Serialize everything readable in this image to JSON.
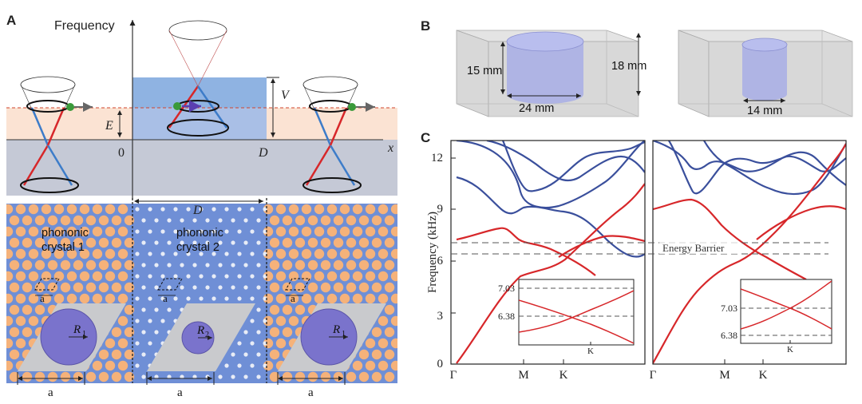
{
  "panel_labels": {
    "a": "A",
    "b": "B",
    "c": "C"
  },
  "panel_a": {
    "frequency_label": "Frequency",
    "e_label": "E",
    "v_label": "V",
    "x_label": "x",
    "zero_label": "0",
    "d_label": "D",
    "d_label_lower": "D",
    "crystal1_line1": "phononic",
    "crystal1_line2": "crystal 1",
    "crystal2_line1": "phononic",
    "crystal2_line2": "crystal 2",
    "a_small": [
      "a",
      "a",
      "a"
    ],
    "a_bottom": [
      "a",
      "a",
      "a"
    ],
    "r1_label": "R",
    "r1_sub": "1",
    "r2_label": "R",
    "r2_sub": "2",
    "r1b_label": "R",
    "r1b_sub": "1"
  },
  "panel_b": {
    "height_outer": "15 mm",
    "width_outer": "24 mm",
    "box_height": "18 mm",
    "width_inner": "14 mm"
  },
  "panel_c": {
    "ylabel": "Frequency (kHz)",
    "yticks": [
      "0",
      "3",
      "6",
      "9",
      "12"
    ],
    "xticks_left": [
      "Γ",
      "M",
      "K"
    ],
    "xticks_right": [
      "Γ",
      "M",
      "K"
    ],
    "barrier_label": "Energy Barrier",
    "inset_left_ticks": [
      "7.03",
      "6.38"
    ],
    "inset_left_x": "K",
    "inset_right_ticks": [
      "7.03",
      "6.38"
    ],
    "inset_right_x": "K"
  },
  "colors": {
    "red_band": "#d7272a",
    "blue_band": "#3a4f9c",
    "crystal_bg": "#6f8fd6",
    "orange_dot": "#f5b27a",
    "barrier_region": "#fbe3d3",
    "gap_region": "#a9bfe6"
  },
  "chart_data": {
    "type": "line",
    "xlabel": "",
    "ylabel": "Frequency (kHz)",
    "ylim": [
      0,
      13
    ],
    "xticks": [
      "Γ",
      "M",
      "K"
    ],
    "barrier": [
      6.38,
      7.03
    ]
  }
}
